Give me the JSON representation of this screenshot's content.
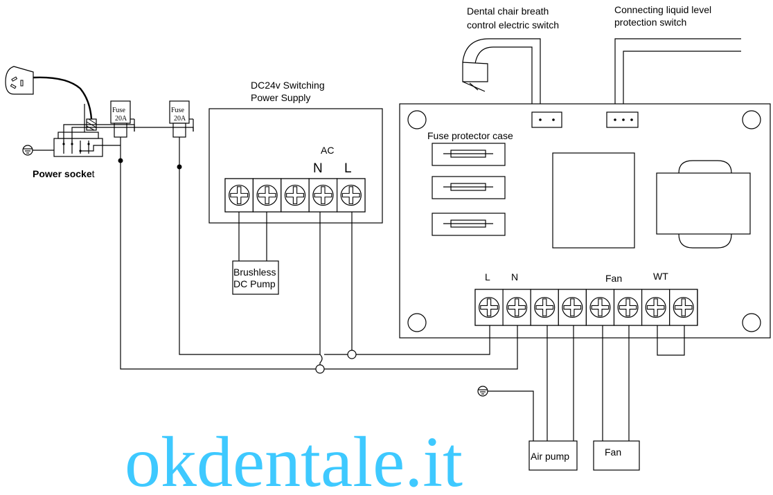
{
  "labels": {
    "dental_chair_switch_line1": "Dental chair breath",
    "dental_chair_switch_line2": "control electric switch",
    "liquid_level_switch_line1": "Connecting liquid level",
    "liquid_level_switch_line2": "protection switch",
    "power_supply_line1": "DC24v Switching",
    "power_supply_line2": "Power Supply",
    "fuse_protector_case": "Fuse protector case",
    "power_socket_bold": "Power socke",
    "power_socket_tail": "t",
    "ac": "AC",
    "psu_n": "N",
    "psu_l": "L",
    "pump_line1": "Brushless",
    "pump_line2": "DC Pump",
    "board_l": "L",
    "board_n": "N",
    "board_fan": "Fan",
    "board_wt": "WT",
    "air_pump": "Air pump",
    "fan_box": "Fan",
    "fuse1_top": "Fuse",
    "fuse1_bottom": "20A",
    "fuse2_top": "Fuse",
    "fuse2_bottom": "20A"
  },
  "watermark": {
    "text": "okdentale.it",
    "color": "#3ec9ff"
  },
  "icons": [
    "plug-icon",
    "ground-icon",
    "screw-terminal-icon",
    "fuse-icon",
    "transformer-icon"
  ]
}
